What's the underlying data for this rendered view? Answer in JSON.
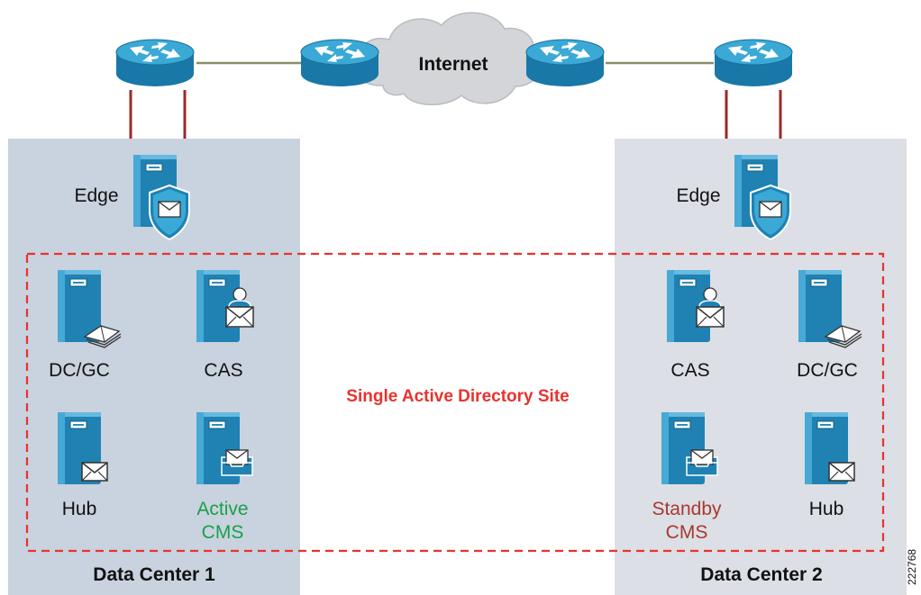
{
  "labels": {
    "internet": "Internet",
    "site": "Single Active Directory Site",
    "dc1": {
      "title": "Data Center 1",
      "edge": "Edge",
      "dcgc": "DC/GC",
      "cas": "CAS",
      "hub": "Hub",
      "cms_line1": "Active",
      "cms_line2": "CMS"
    },
    "dc2": {
      "title": "Data Center 2",
      "edge": "Edge",
      "dcgc": "DC/GC",
      "cas": "CAS",
      "hub": "Hub",
      "cms_line1": "Standby",
      "cms_line2": "CMS"
    },
    "figure_id": "222768"
  },
  "colors": {
    "dc1_panel": "#c9d2df",
    "dc2_panel": "#dcdfe5",
    "router": "#2e9dc8",
    "server": "#2b8fbd",
    "cloud": "#d3d5d8",
    "site_border": "#e8332e",
    "active_cms": "#18a04a",
    "standby_cms": "#a8392e",
    "uplink": "#9a2a2a"
  },
  "icons": {
    "router": "router-icon",
    "cloud": "internet-cloud-icon",
    "edge": "edge-server-shield-icon",
    "dcgc": "dc-gc-server-icon",
    "cas": "cas-server-icon",
    "hub": "hub-server-icon",
    "cms": "cms-server-icon"
  }
}
